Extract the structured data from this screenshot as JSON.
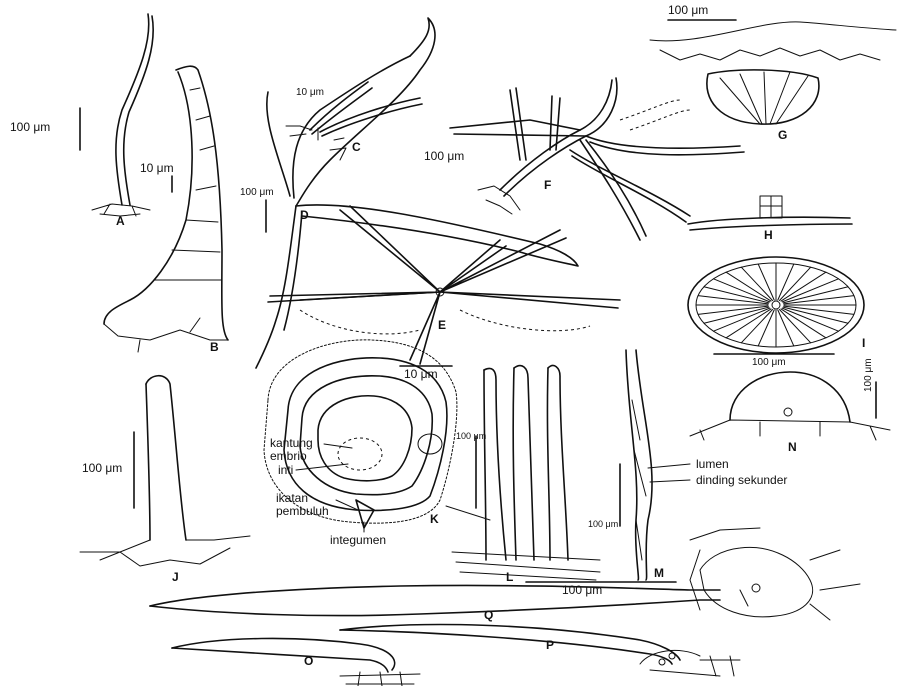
{
  "scale_labels": {
    "a": "100 μm",
    "b": "10 μm",
    "c": "10 μm",
    "d": "100 μm",
    "e": "10 μm",
    "f": "100 μm",
    "g": "100 μm",
    "i": "100 μm",
    "j": "100 μm",
    "k": "100 μm",
    "m": "100 μm",
    "n": "100 μm",
    "q": "100 μm"
  },
  "figure_letters": [
    "A",
    "B",
    "C",
    "D",
    "E",
    "F",
    "G",
    "H",
    "I",
    "J",
    "K",
    "L",
    "M",
    "N",
    "O",
    "P",
    "Q"
  ],
  "annotations": {
    "kantung_embrio": "kantung\nembrio",
    "inti": "inti",
    "ikatan_pembuluh": "ikatan\npembuluh",
    "integumen": "integumen",
    "lumen": "lumen",
    "dinding_sekunder": "dinding sekunder"
  }
}
